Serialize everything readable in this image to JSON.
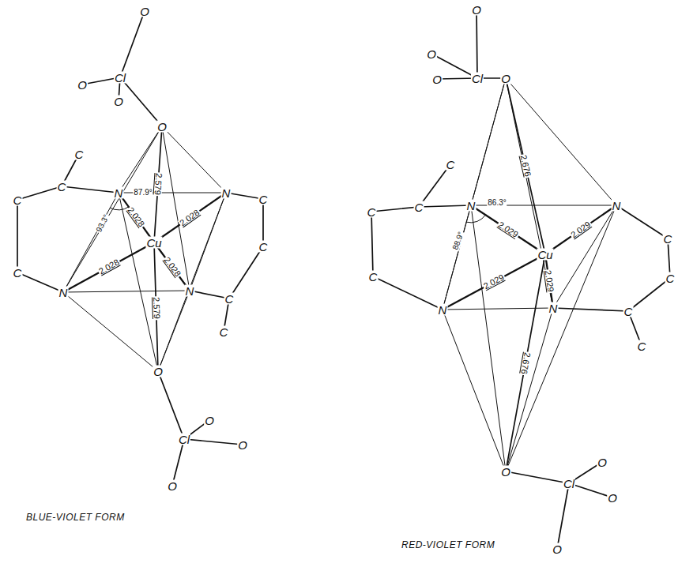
{
  "diagram": {
    "labels": [
      "O",
      "O",
      "Cl",
      "O",
      "O",
      "C",
      "C",
      "N",
      "87.9°",
      "N",
      "C",
      "C",
      "2.579",
      "2.028",
      "2.028",
      "93.3°",
      "Cu",
      "C",
      "C",
      "2.028",
      "2.028",
      "N",
      "N",
      "C",
      "2.579",
      "C",
      "O",
      "O",
      "Cl",
      "O",
      "O",
      "BLUE-VIOLET FORM",
      "O",
      "O",
      "O",
      "Cl",
      "O",
      "C",
      "2.676",
      "N",
      "86.3°",
      "N",
      "C",
      "C",
      "C",
      "2.029",
      "2.029",
      "88.9°",
      "Cu",
      "C",
      "C",
      "2.029",
      "2.029",
      "N",
      "N",
      "C",
      "C",
      "2.676",
      "O",
      "O",
      "Cl",
      "O",
      "O",
      "RED-VIOLET FORM"
    ]
  }
}
